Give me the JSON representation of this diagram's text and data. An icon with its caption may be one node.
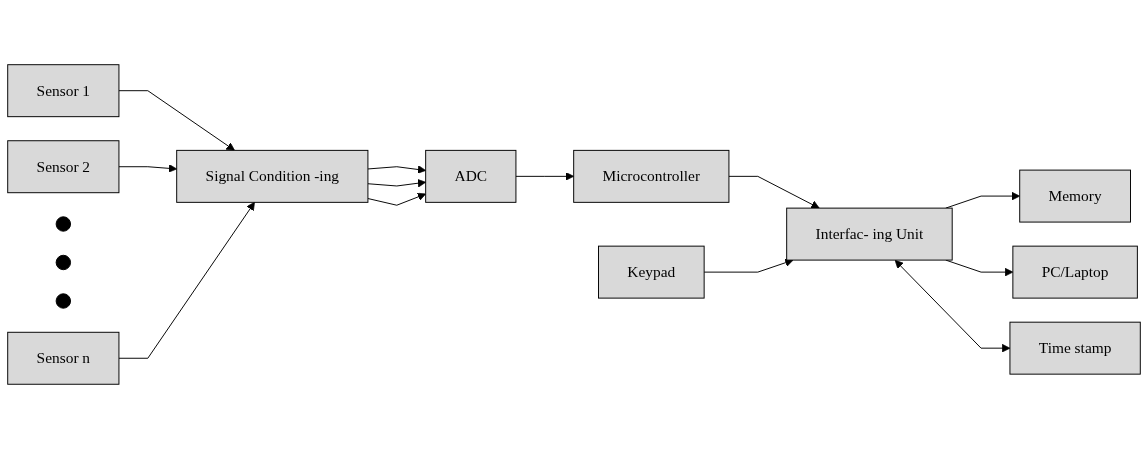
{
  "diagram": {
    "nodes": [
      {
        "text": [
          "Sensor 1"
        ]
      },
      {
        "text": [
          "Sensor 2"
        ]
      },
      {
        "text": [],
        "shape": "circle"
      },
      {
        "text": [],
        "shape": "circle"
      },
      {
        "text": [],
        "shape": "circle"
      },
      {
        "text": [
          "Sensor n"
        ]
      },
      {
        "text": [
          "Signal Condition -ing"
        ]
      },
      {
        "text": [
          "ADC"
        ]
      },
      {
        "text": [
          "Microcontroller"
        ]
      },
      {
        "text": [
          "Interfac- ing Unit"
        ]
      },
      {
        "text": [
          "Memory"
        ]
      },
      {
        "text": [
          "PC/Laptop"
        ]
      },
      {
        "text": [
          "Keypad"
        ]
      },
      {
        "text": [
          "Time stamp"
        ]
      }
    ],
    "edges": [
      {
        "from": 0,
        "to": 6,
        "arrow": "to"
      },
      {
        "from": 1,
        "to": 6,
        "arrow": "to"
      },
      {
        "from": 5,
        "to": 6,
        "arrow": "to"
      },
      {
        "from": 6,
        "to": 7,
        "arrow": "to"
      },
      {
        "from": 6,
        "to": 7,
        "arrow": "to"
      },
      {
        "from": 6,
        "to": 7,
        "arrow": "to"
      },
      {
        "from": 7,
        "to": 8,
        "arrow": "to"
      },
      {
        "from": 8,
        "to": 9,
        "arrow": "to"
      },
      {
        "from": 9,
        "to": 10,
        "arrow": "to"
      },
      {
        "from": 9,
        "to": 11,
        "arrow": "to"
      },
      {
        "from": 12,
        "to": 9,
        "arrow": "to"
      },
      {
        "from": 9,
        "to": 13,
        "arrow": "both"
      }
    ]
  }
}
